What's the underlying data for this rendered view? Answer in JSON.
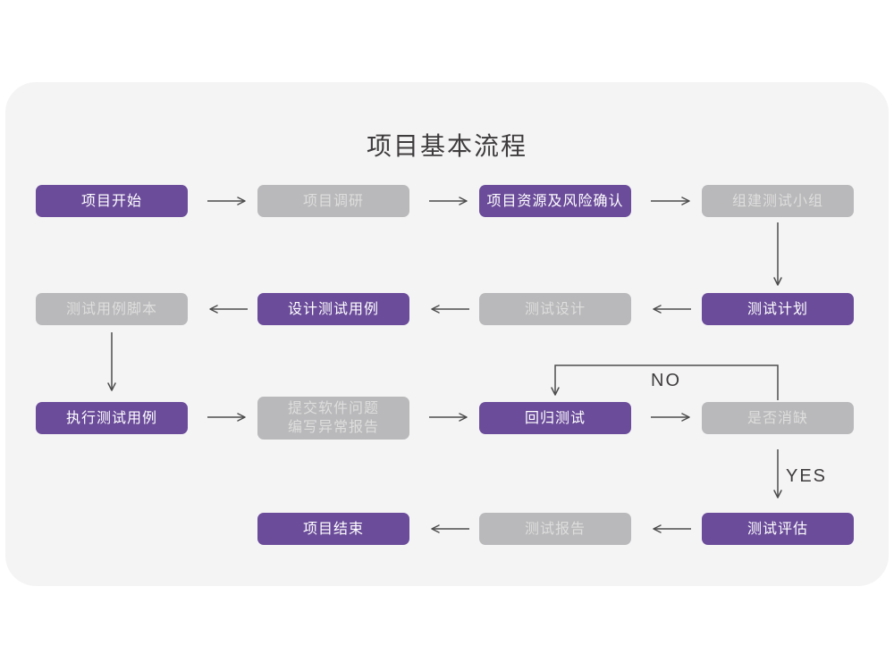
{
  "title": "项目基本流程",
  "flowchart": {
    "nodes": [
      {
        "id": "project-start",
        "label": "项目开始",
        "variant": "purple"
      },
      {
        "id": "project-research",
        "label": "项目调研",
        "variant": "gray"
      },
      {
        "id": "risk-confirmation",
        "label": "项目资源及风险确认",
        "variant": "purple"
      },
      {
        "id": "build-test-team",
        "label": "组建测试小组",
        "variant": "gray"
      },
      {
        "id": "test-case-script",
        "label": "测试用例脚本",
        "variant": "gray"
      },
      {
        "id": "design-test-cases",
        "label": "设计测试用例",
        "variant": "purple"
      },
      {
        "id": "test-design",
        "label": "测试设计",
        "variant": "gray"
      },
      {
        "id": "test-plan",
        "label": "测试计划",
        "variant": "purple"
      },
      {
        "id": "execute-test-cases",
        "label": "执行测试用例",
        "variant": "purple"
      },
      {
        "id": "submit-issue-report",
        "label": "提交软件问题\n编写异常报告",
        "variant": "gray"
      },
      {
        "id": "regression-test",
        "label": "回归测试",
        "variant": "purple"
      },
      {
        "id": "defect-resolved",
        "label": "是否消缺",
        "variant": "gray"
      },
      {
        "id": "project-end",
        "label": "项目结束",
        "variant": "purple"
      },
      {
        "id": "test-report",
        "label": "测试报告",
        "variant": "gray"
      },
      {
        "id": "test-evaluation",
        "label": "测试评估",
        "variant": "purple"
      }
    ],
    "edge_labels": {
      "no": "NO",
      "yes": "YES"
    }
  },
  "colors": {
    "node_purple": "#6B4C9A",
    "node_gray": "#B9B8BA",
    "card_background": "#F5F4F5",
    "page_background": "#FFFFFF",
    "arrow": "#4D4D4D",
    "title_text": "#3E3C3D",
    "text_on_purple": "#FFFFFF",
    "text_on_gray": "#DEDEDE"
  }
}
